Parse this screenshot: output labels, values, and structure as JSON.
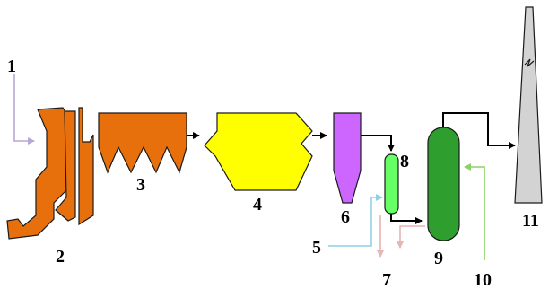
{
  "labels": {
    "l1": "1",
    "l2": "2",
    "l3": "3",
    "l4": "4",
    "l5": "5",
    "l6": "6",
    "l7": "7",
    "l8": "8",
    "l9": "9",
    "l10": "10",
    "l11": "11"
  },
  "colors": {
    "boiler": "#E8700C",
    "unit4": "#FFFF00",
    "cyclone": "#CC66FF",
    "small_vessel": "#66FF66",
    "column": "#2E9E2E",
    "stack": "#D3D3D3",
    "stream_in_1": "#B8A6D6",
    "stream_in_5": "#8FD0E8",
    "stream_out_7": "#E8B4B4",
    "stream_in_10": "#8CD168",
    "main_flow": "#000000"
  },
  "icons": {
    "stack_mark": "lightning-break-icon"
  }
}
